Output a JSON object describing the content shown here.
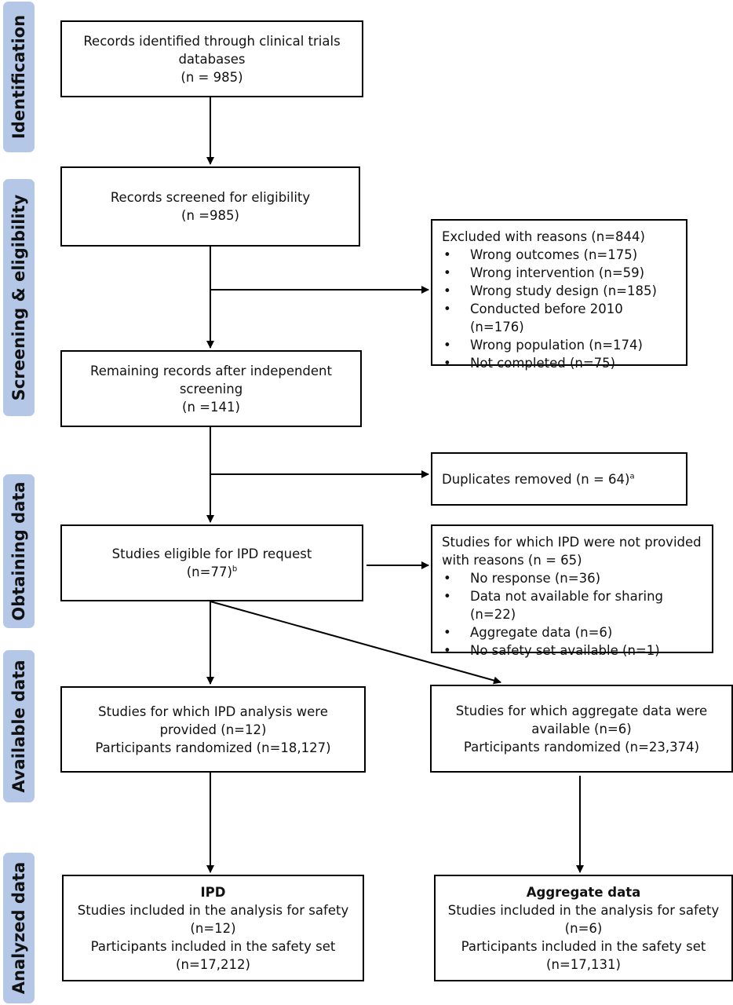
{
  "phases": {
    "identification": "Identification",
    "screening": "Screening & eligibility",
    "obtaining": "Obtaining data",
    "available": "Available data",
    "analyzed": "Analyzed data"
  },
  "boxes": {
    "identified": {
      "line1": "Records identified through clinical trials",
      "line2": "databases",
      "line3": "(n = 985)"
    },
    "screened": {
      "line1": "Records screened for eligibility",
      "line2": "(n =985)"
    },
    "excluded": {
      "title": "Excluded with reasons (n=844)",
      "items": [
        "Wrong outcomes (n=175)",
        "Wrong intervention (n=59)",
        "Wrong study design (n=185)",
        "Conducted before 2010 (n=176)",
        "Wrong population (n=174)",
        "Not completed (n=75)"
      ]
    },
    "remaining": {
      "line1": "Remaining records after independent",
      "line2": "screening",
      "line3": "(n =141)"
    },
    "duplicates": {
      "text": "Duplicates removed (n = 64)",
      "sup": "a"
    },
    "eligible": {
      "line1": "Studies eligible for IPD request",
      "line2": "(n=77)",
      "sup": "b"
    },
    "not_provided": {
      "title1": "Studies for which IPD were not provided",
      "title2": "with reasons (n = 65)",
      "items": [
        "No response (n=36)",
        "Data not available for sharing (n=22)",
        "Aggregate data  (n=6)",
        "No safety set available (n=1)"
      ]
    },
    "ipd_available": {
      "line1": "Studies for which IPD analysis  were",
      "line2": "provided (n=12)",
      "line3": "Participants randomized  (n=18,127)"
    },
    "agg_available": {
      "line1": "Studies for which aggregate data were",
      "line2": "available (n=6)",
      "line3": "Participants  randomized (n=23,374)"
    },
    "ipd_analyzed": {
      "title": "IPD",
      "line1": "Studies included in the analysis for safety",
      "line2": "(n=12)",
      "line3": "Participants  included in the safety set",
      "line4": "(n=17,212)"
    },
    "agg_analyzed": {
      "title": "Aggregate data",
      "line1": "Studies included in the analysis  for safety",
      "line2": "(n=6)",
      "line3": "Participants  included in the safety set",
      "line4": "(n=17,131)"
    }
  },
  "colors": {
    "phase_fill": "#b4c7e7",
    "border": "#000000"
  }
}
